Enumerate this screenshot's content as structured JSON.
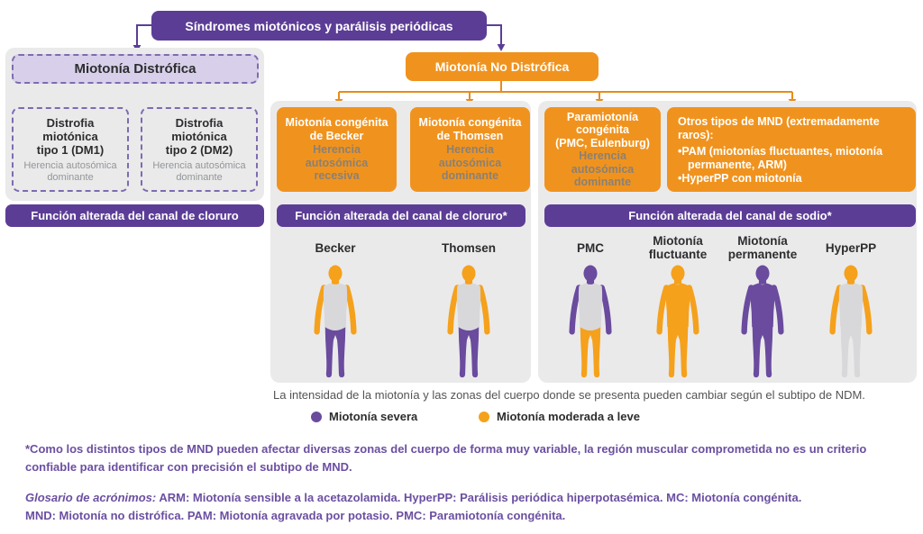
{
  "palette": {
    "purple_deep": "#5C3D96",
    "purple_body": "#6A4B9E",
    "orange_box": "#F0931E",
    "orange_body": "#F5A11C",
    "orange_line": "#E78C1E",
    "lavender_fill": "#D8D0EA",
    "lavender_border": "#7E6BB0",
    "panel_gray": "#EAEAEB",
    "torso_gray": "#D8D8DA",
    "text_dark": "#2D2D2F",
    "text_gray": "#939598",
    "text_gray_on_orange": "#8A8075",
    "text_purple": "#6B4FA1",
    "caption_gray": "#545456"
  },
  "root": {
    "title": "Síndromes miotónicos y parálisis periódicas"
  },
  "distrofica": {
    "title": "Miotonía Distrófica",
    "bar": "Función alterada del canal de cloruro",
    "children": [
      {
        "lines": [
          "Distrofia",
          "miotónica",
          "tipo 1 (DM1)"
        ],
        "sub_lines": [
          "Herencia autosómica",
          "dominante"
        ]
      },
      {
        "lines": [
          "Distrofia",
          "miotónica",
          "tipo 2 (DM2)"
        ],
        "sub_lines": [
          "Herencia autosómica",
          "dominante"
        ]
      }
    ]
  },
  "no_distrofica": {
    "title": "Miotonía No Distrófica",
    "chloride": {
      "bar": "Función alterada del canal de cloruro*",
      "boxes": [
        {
          "lines": [
            "Miotonía congénita",
            "de Becker"
          ],
          "sub_lines": [
            "Herencia",
            "autosómica",
            "recesiva"
          ]
        },
        {
          "lines": [
            "Miotonía congénita",
            "de Thomsen"
          ],
          "sub_lines": [
            "Herencia",
            "autosómica",
            "dominante"
          ]
        }
      ],
      "figures": [
        {
          "label_lines": [
            "Becker"
          ],
          "colors": {
            "head": "orange_body",
            "arms": "orange_body",
            "torso": "torso_gray",
            "legs": "purple_body"
          }
        },
        {
          "label_lines": [
            "Thomsen"
          ],
          "colors": {
            "head": "orange_body",
            "arms": "orange_body",
            "torso": "torso_gray",
            "legs": "purple_body"
          }
        }
      ]
    },
    "sodium": {
      "bar": "Función alterada del canal de sodio*",
      "pmc_box": {
        "lines": [
          "Paramiotonía",
          "congénita",
          "(PMC, Eulenburg)"
        ],
        "sub_lines": [
          "Herencia",
          "autosómica",
          "dominante"
        ]
      },
      "other_box": {
        "title": "Otros tipos de MND (extremadamente raros):",
        "bullets": [
          "PAM (miotonías fluctuantes, miotonía permanente, ARM)",
          "HyperPP con miotonía"
        ]
      },
      "figures": [
        {
          "label_lines": [
            "PMC"
          ],
          "colors": {
            "head": "purple_body",
            "arms": "purple_body",
            "torso": "torso_gray",
            "legs": "orange_body"
          }
        },
        {
          "label_lines": [
            "Miotonía",
            "fluctuante"
          ],
          "colors": {
            "head": "orange_body",
            "arms": "orange_body",
            "torso": "orange_body",
            "legs": "orange_body"
          }
        },
        {
          "label_lines": [
            "Miotonía",
            "permanente"
          ],
          "colors": {
            "head": "purple_body",
            "arms": "purple_body",
            "torso": "purple_body",
            "legs": "purple_body"
          }
        },
        {
          "label_lines": [
            "HyperPP"
          ],
          "colors": {
            "head": "orange_body",
            "arms": "orange_body",
            "torso": "torso_gray",
            "legs": "torso_gray"
          }
        }
      ]
    }
  },
  "caption": "La intensidad de la miotonía y las zonas del cuerpo donde se presenta pueden cambiar según el subtipo de NDM.",
  "legend": [
    {
      "label": "Miotonía severa",
      "color": "purple_body"
    },
    {
      "label": "Miotonía moderada a leve",
      "color": "orange_body"
    }
  ],
  "footnote_lines": [
    "*Como los distintos tipos de MND pueden afectar diversas zonas del cuerpo de forma muy variable, la región muscular comprometida no es un criterio",
    "confiable para identificar con precisión el subtipo de MND."
  ],
  "glossary": {
    "prefix": "Glosario de acrónimos:",
    "line1_rest": "ARM: Miotonía sensible a la acetazolamida. HyperPP: Parálisis periódica hiperpotasémica. MC: Miotonía congénita.",
    "line2": "MND: Miotonía no distrófica. PAM: Miotonía agravada por potasio. PMC: Paramiotonía congénita."
  }
}
